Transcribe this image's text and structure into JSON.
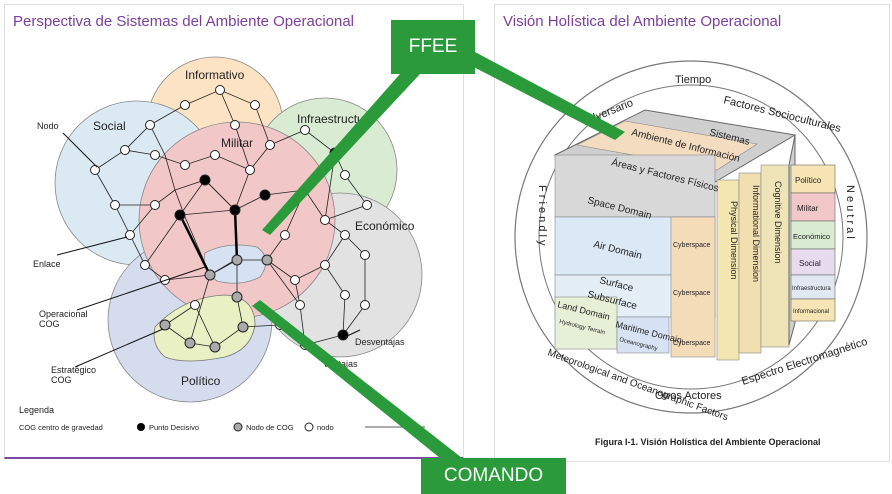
{
  "left_panel": {
    "title": "Perspectiva de Sistemas del Ambiente Operacional",
    "circles": {
      "informativo": "Informativo",
      "social": "Social",
      "militar": "Militar",
      "infraestructura": "Infraestructura",
      "economico": "Económico",
      "politico": "Político"
    },
    "labels": {
      "nodo": "Nodo",
      "enlace": "Enlace",
      "operacional_cog": [
        "Operacional",
        "COG"
      ],
      "estrategico_cog": [
        "Estratégico",
        "COG"
      ],
      "desventajas": "Desventajas",
      "ventajas": "Ventajas"
    },
    "legend": {
      "title": "Legenda",
      "cog": "COG centro de gravedad",
      "punto_decisivo": "Punto Decisivo",
      "nodo_cog": "Nodo de COG",
      "nodo": "nodo"
    }
  },
  "right_panel": {
    "title": "Visión Holística del Ambiente Operacional",
    "ring": {
      "tiempo": "Tiempo",
      "factores_socioculturales": "Factores Socioculturales",
      "adversario": "Adversario",
      "friendly": "F r i e n d l y",
      "neutral": "N e u t r a l",
      "otros_actores": "Otros Actores",
      "espectro": "Espectro Electromagnético",
      "meteorological": "Meteorological and Oceanographic Factors"
    },
    "cube": {
      "sistemas": "Sistemas",
      "ambiente_info": "Ambiente de Información",
      "areas": "Áreas y Factores Físicos",
      "space": "Space Domain",
      "air": "Air Domain",
      "surface": "Surface",
      "subsurface": "Subsurface",
      "land": "Land Domain",
      "maritime": "Maritime Domain",
      "hydrology": "Hydrology Terrain",
      "oceanography": "Oceanography",
      "cyberspace": "Cyberspace",
      "cognitive": "Cognitive Dimension",
      "informational": "Informational Dimension",
      "physical": "Physical Dimension"
    },
    "pmesii": [
      "Político",
      "Militar",
      "Económico",
      "Social",
      "Infraestructura",
      "Informacional"
    ],
    "caption": "Figura I-1.  Visión Holística del Ambiente Operacional"
  },
  "callouts": {
    "ffee": "FFEE",
    "comando": "COMANDO"
  },
  "colors": {
    "callout_green": "#2a9a3a",
    "title_purple": "#7b3f9a"
  }
}
